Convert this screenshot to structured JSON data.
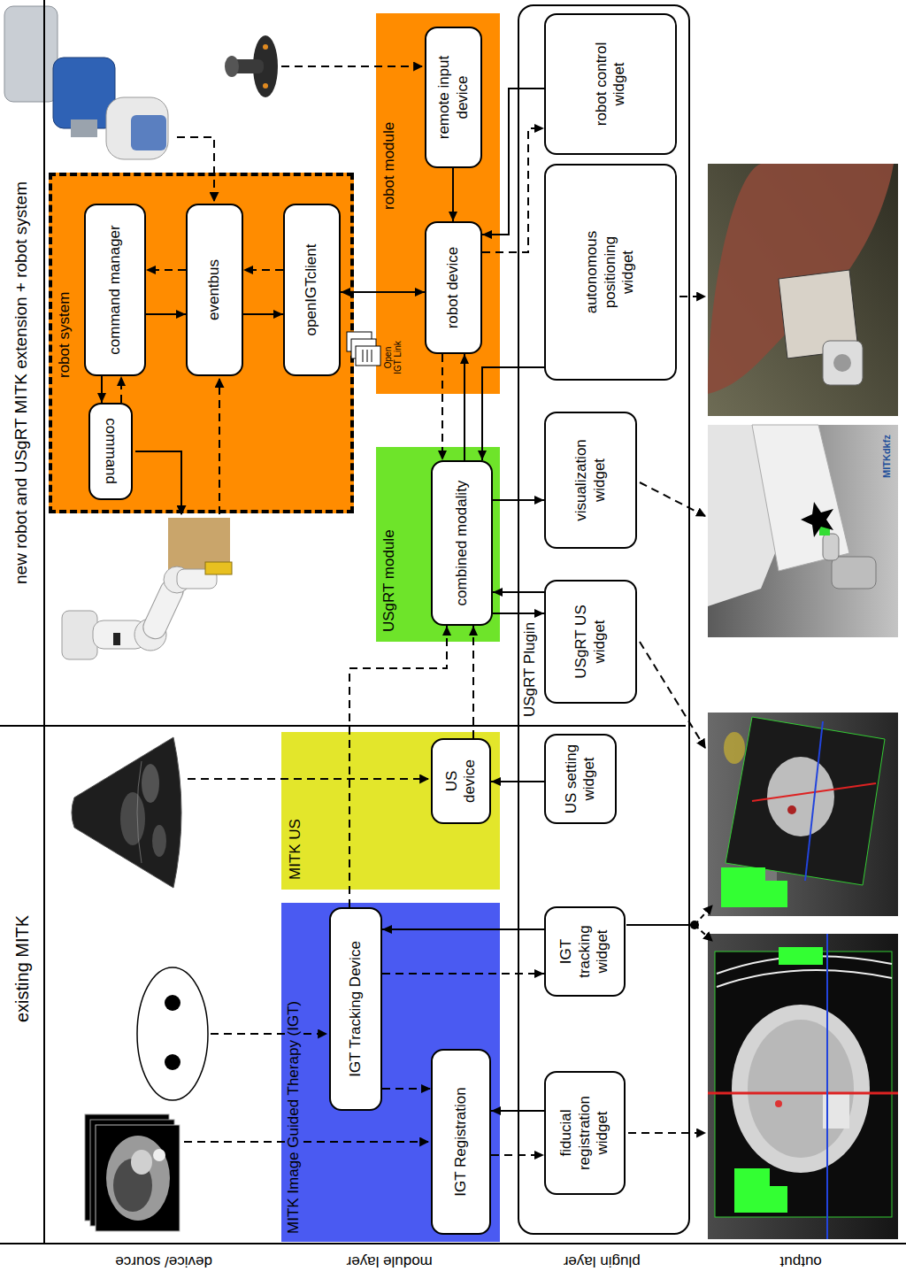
{
  "diagram": {
    "nodes": [
      {
        "text": [
          "MITK Image Guided Therapy (IGT)"
        ]
      },
      {
        "text": [
          "IGT Tracking Device"
        ],
        "in": 0
      },
      {
        "text": [
          "IGT Registration"
        ],
        "in": 0
      },
      {
        "text": [
          "MITK US"
        ]
      },
      {
        "text": [
          "US device"
        ],
        "in": 3
      },
      {
        "text": [
          "robot system"
        ]
      },
      {
        "text": [
          "command manager"
        ],
        "in": 5
      },
      {
        "text": [
          "eventbus"
        ],
        "in": 5
      },
      {
        "text": [
          "openIGTclient"
        ],
        "in": 5
      },
      {
        "text": [
          "command"
        ],
        "in": 5
      },
      {
        "text": [
          "USgRT module"
        ]
      },
      {
        "text": [
          "combined modality"
        ],
        "in": 10
      },
      {
        "text": [
          "robot module"
        ]
      },
      {
        "text": [
          "remote input device"
        ],
        "in": 12
      },
      {
        "text": [
          "robot device"
        ],
        "in": 12
      },
      {
        "text": [
          "USgRT Plugin"
        ]
      },
      {
        "text": [
          "fiducial registration widget"
        ],
        "in": 15
      },
      {
        "text": [
          "IGT tracking widget"
        ],
        "in": 15
      },
      {
        "text": [
          "US setting widget"
        ],
        "in": 15
      },
      {
        "text": [
          "USgRT US widget"
        ],
        "in": 15
      },
      {
        "text": [
          "visualization widget"
        ],
        "in": 15
      },
      {
        "text": [
          "autonomous positioning widget"
        ],
        "in": 15
      },
      {
        "text": [
          "robot control widget"
        ],
        "in": 15
      }
    ],
    "edges": [
      {
        "from": 1,
        "to": 2,
        "arrow": "to"
      },
      {
        "from": 1,
        "to": 17,
        "arrow": "to"
      },
      {
        "from": 17,
        "to": 1,
        "arrow": "to"
      },
      {
        "from": 2,
        "to": 16,
        "arrow": "to"
      },
      {
        "from": 16,
        "to": 2,
        "arrow": "to"
      },
      {
        "from": 18,
        "to": 4,
        "arrow": "to"
      },
      {
        "from": 4,
        "to": 11,
        "arrow": "to"
      },
      {
        "from": 1,
        "to": 11,
        "arrow": "to"
      },
      {
        "from": 11,
        "to": 19,
        "arrow": "to"
      },
      {
        "from": 19,
        "to": 11,
        "arrow": "to"
      },
      {
        "from": 11,
        "to": 20,
        "arrow": "to"
      },
      {
        "from": 21,
        "to": 11,
        "arrow": "to"
      },
      {
        "from": 14,
        "to": 11,
        "arrow": "to"
      },
      {
        "from": 11,
        "to": 14,
        "arrow": "to"
      },
      {
        "from": 13,
        "to": 14,
        "arrow": "to"
      },
      {
        "from": 14,
        "to": 22,
        "arrow": "to"
      },
      {
        "from": 22,
        "to": 14,
        "arrow": "to"
      },
      {
        "from": 8,
        "to": 14,
        "arrow": "both"
      },
      {
        "from": 6,
        "to": 7,
        "arrow": "to"
      },
      {
        "from": 7,
        "to": 6,
        "arrow": "to"
      },
      {
        "from": 7,
        "to": 8,
        "arrow": "to"
      },
      {
        "from": 8,
        "to": 7,
        "arrow": "to"
      },
      {
        "from": 6,
        "to": 9,
        "arrow": "to"
      },
      {
        "from": 9,
        "to": 6,
        "arrow": "to"
      }
    ],
    "labels": [
      "existing MITK",
      "new robot and USgRT MITK extension + robot system",
      "device/ source",
      "module layer",
      "plugin layer",
      "output",
      "Open IGT Link",
      "MITKdkfz"
    ]
  }
}
